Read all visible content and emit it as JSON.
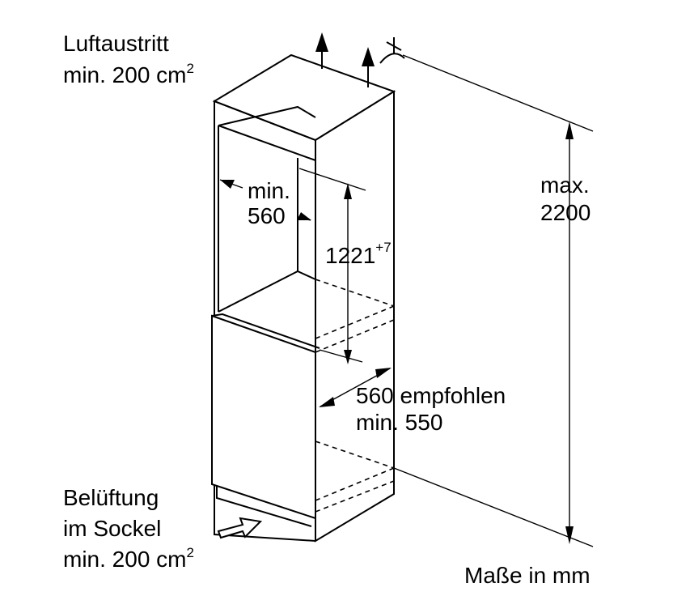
{
  "labels": {
    "air_outlet_line1": "Luftaustritt",
    "air_outlet_line2": "min. 200 cm",
    "air_outlet_sup": "2",
    "niche_width_line1": "min.",
    "niche_width_line2": "560",
    "niche_height_value": "1221",
    "niche_height_sup": "+7",
    "max_height_line1": "max.",
    "max_height_line2": "2200",
    "depth_line1": "560 empfohlen",
    "depth_line2": "min. 550",
    "ventilation_line1": "Belüftung",
    "ventilation_line2": "im Sockel",
    "ventilation_line3": "min. 200 cm",
    "ventilation_sup": "2",
    "units_note": "Maße in mm"
  },
  "colors": {
    "stroke": "#000000",
    "background": "#ffffff"
  },
  "icons": {
    "airflow_up": "arrow-up-icon",
    "airflow_in": "hollow-arrow-right-icon",
    "top_symbol": "chimney-symbol-icon"
  }
}
